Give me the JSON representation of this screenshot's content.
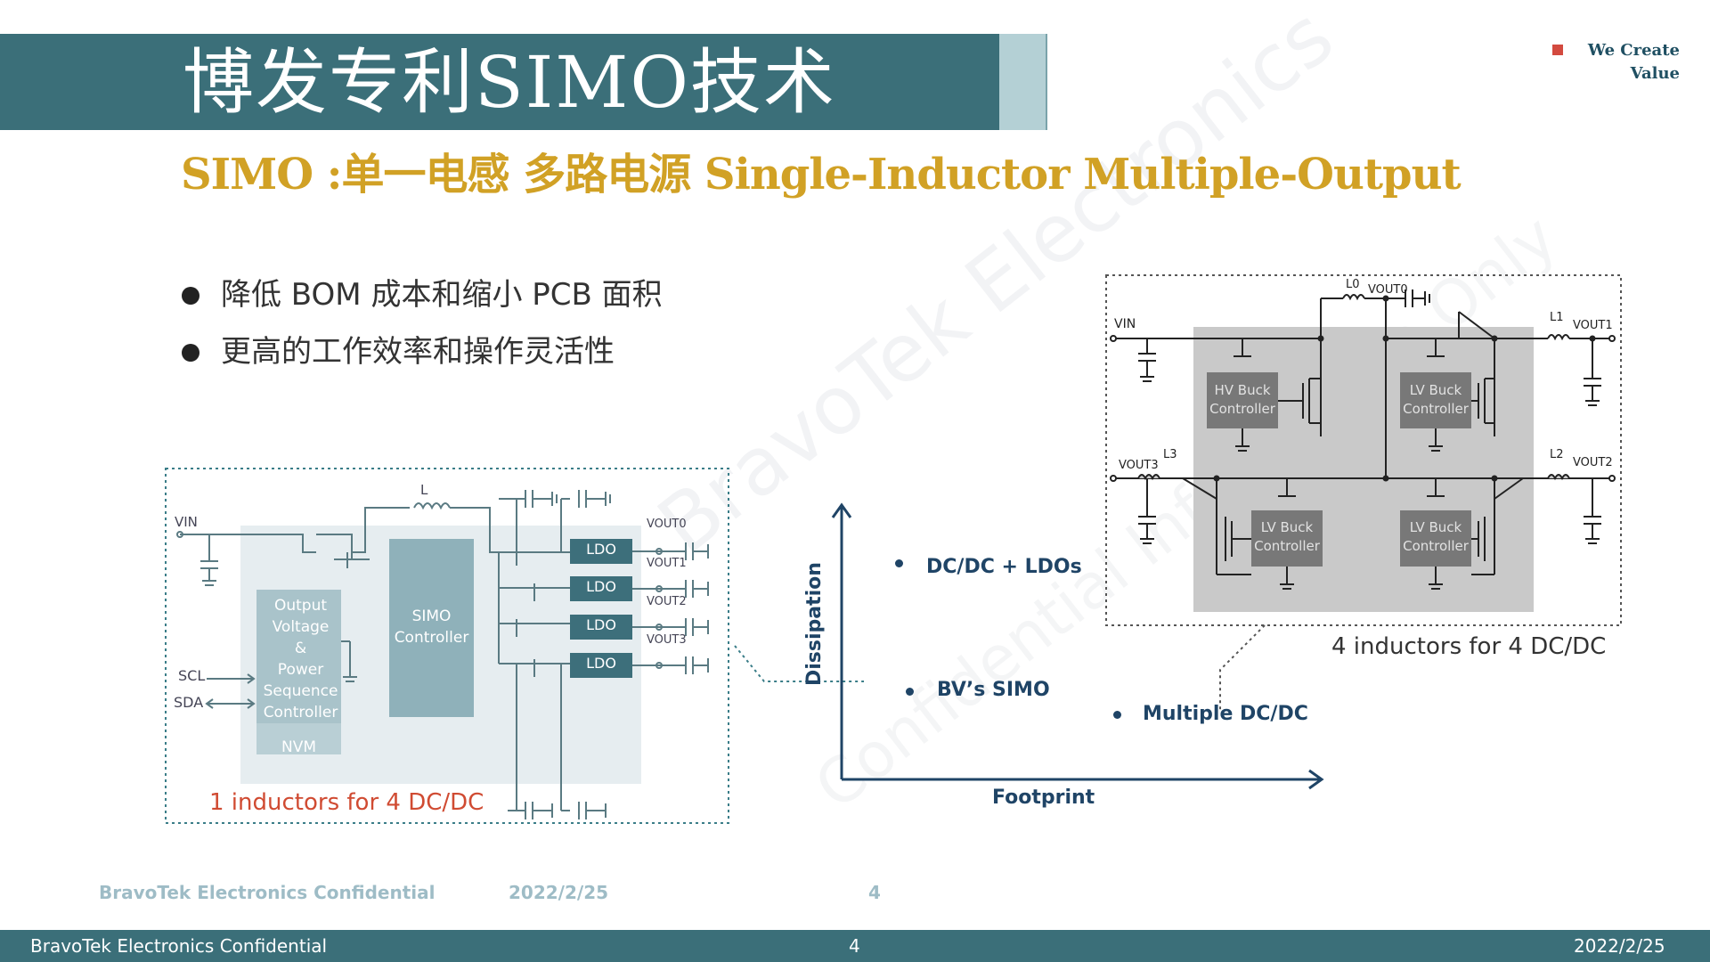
{
  "header": {
    "title": "博发专利SIMO技术",
    "brand_line1": "We Create",
    "brand_line2": "Value",
    "subtitle": "SIMO :单一电感 多路电源 Single-Inductor Multiple-Output"
  },
  "bullets": [
    "降低 BOM 成本和缩小 PCB 面积",
    "更高的工作效率和操作灵活性"
  ],
  "left_diagram": {
    "vin": "VIN",
    "inductor": "L",
    "ov_block": [
      "Output",
      "Voltage",
      "&",
      "Power",
      "Sequence",
      "Controller"
    ],
    "nvm": "NVM",
    "simo_block": [
      "SIMO",
      "Controller"
    ],
    "ldo": "LDO",
    "outputs": [
      "VOUT0",
      "VOUT1",
      "VOUT2",
      "VOUT3"
    ],
    "scl": "SCL",
    "sda": "SDA",
    "caption": "1 inductors for 4 DC/DC"
  },
  "comparison": {
    "y_axis": "Dissipation",
    "x_axis": "Footprint",
    "points": [
      "DC/DC + LDOs",
      "BV’s SIMO",
      "Multiple DC/DC"
    ]
  },
  "right_diagram": {
    "vin": "VIN",
    "inductors": [
      "L0",
      "L1",
      "L2",
      "L3"
    ],
    "outputs": [
      "VOUT0",
      "VOUT1",
      "VOUT2",
      "VOUT3"
    ],
    "controllers": [
      [
        "HV Buck",
        "Controller"
      ],
      [
        "LV Buck",
        "Controller"
      ],
      [
        "LV Buck",
        "Controller"
      ],
      [
        "LV Buck",
        "Controller"
      ]
    ],
    "caption": "4 inductors for 4 DC/DC"
  },
  "slide_footer": {
    "company": "BravoTek Electronics Confidential",
    "date": "2022/2/25",
    "page": "4"
  },
  "footer_band": {
    "company": "BravoTek Electronics Confidential",
    "page": "4",
    "date": "2022/2/25"
  },
  "watermark": {
    "line1": "BravoTek Electronics",
    "line2": "Confidential Information Only"
  },
  "colors": {
    "title_bar": "#3b6f79",
    "subtitle": "#d1a125",
    "accent_red": "#d34a3f",
    "ldo_block": "#3d6f7b",
    "axis": "#1f4466"
  }
}
